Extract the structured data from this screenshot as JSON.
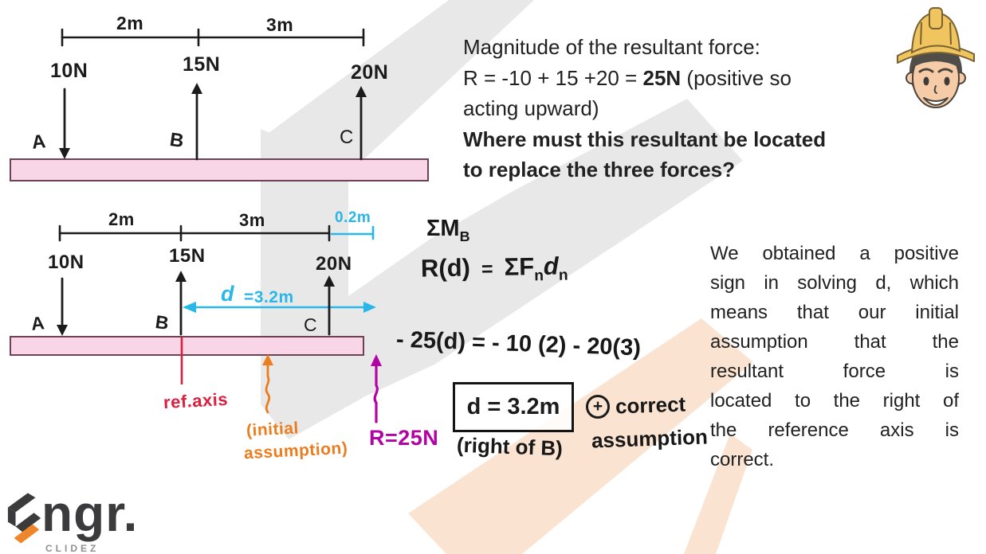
{
  "problem": {
    "line1": "Magnitude of the resultant force:",
    "line2_pre": "R = -10 + 15 +20 = ",
    "line2_bold": "25N",
    "line2_post": " (positive so",
    "line3": "acting upward)",
    "question1": "Where must this resultant be located",
    "question2": "to replace the three forces?"
  },
  "diagram1": {
    "dim_left": "2m",
    "dim_right": "3m",
    "force_a": "10N",
    "force_b": "15N",
    "force_c": "20N",
    "point_a": "A",
    "point_b": "B",
    "point_c": "C"
  },
  "diagram2": {
    "dim_left": "2m",
    "dim_right": "3m",
    "dim_extra": "0.2m",
    "force_a": "10N",
    "force_b": "15N",
    "force_c": "20N",
    "point_a": "A",
    "point_b": "B",
    "point_c": "C",
    "d_label": "d",
    "d_value": "=3.2m",
    "ref_axis": "ref.axis",
    "initial1": "(initial",
    "initial2": "assumption)",
    "resultant": "R=25N"
  },
  "equations": {
    "moment_sigma": "ΣM",
    "moment_sub": "B",
    "eq1_lhs": "R(d)",
    "eq1_eq": "=",
    "eq1_sigma_f": "ΣF",
    "eq1_sub1": "n",
    "eq1_d": "d",
    "eq1_sub2": "n",
    "eq2": "- 25(d) = - 10 (2) - 20(3)"
  },
  "answer": {
    "boxed": "d = 3.2m",
    "note": "(right of B)",
    "plus": "+",
    "correct1": "correct",
    "correct2": "assumption"
  },
  "explanation": {
    "lines": [
      "We obtained a positive",
      "sign in solving d, which",
      "means that our initial",
      "assumption that the",
      "resultant force is",
      "located to the right of",
      "the reference axis is",
      "correct."
    ]
  },
  "logo": {
    "name": "ngr.",
    "sub": "CLIDEZ"
  },
  "colors": {
    "ink": "#1b1b1b",
    "beam_fill": "#f9d6e7",
    "beam_border": "#6d4354",
    "cyan": "#29b6e8",
    "red": "#dc1f3f",
    "orange": "#ec7d1e",
    "magenta": "#b303a5",
    "watermark_gray": "#e8e8e8",
    "watermark_peach": "#fbe3d1",
    "logo_dark": "#3b3b3d",
    "logo_orange": "#f0862b",
    "hat_yellow": "#efc052",
    "skin": "#f6c9a2"
  }
}
